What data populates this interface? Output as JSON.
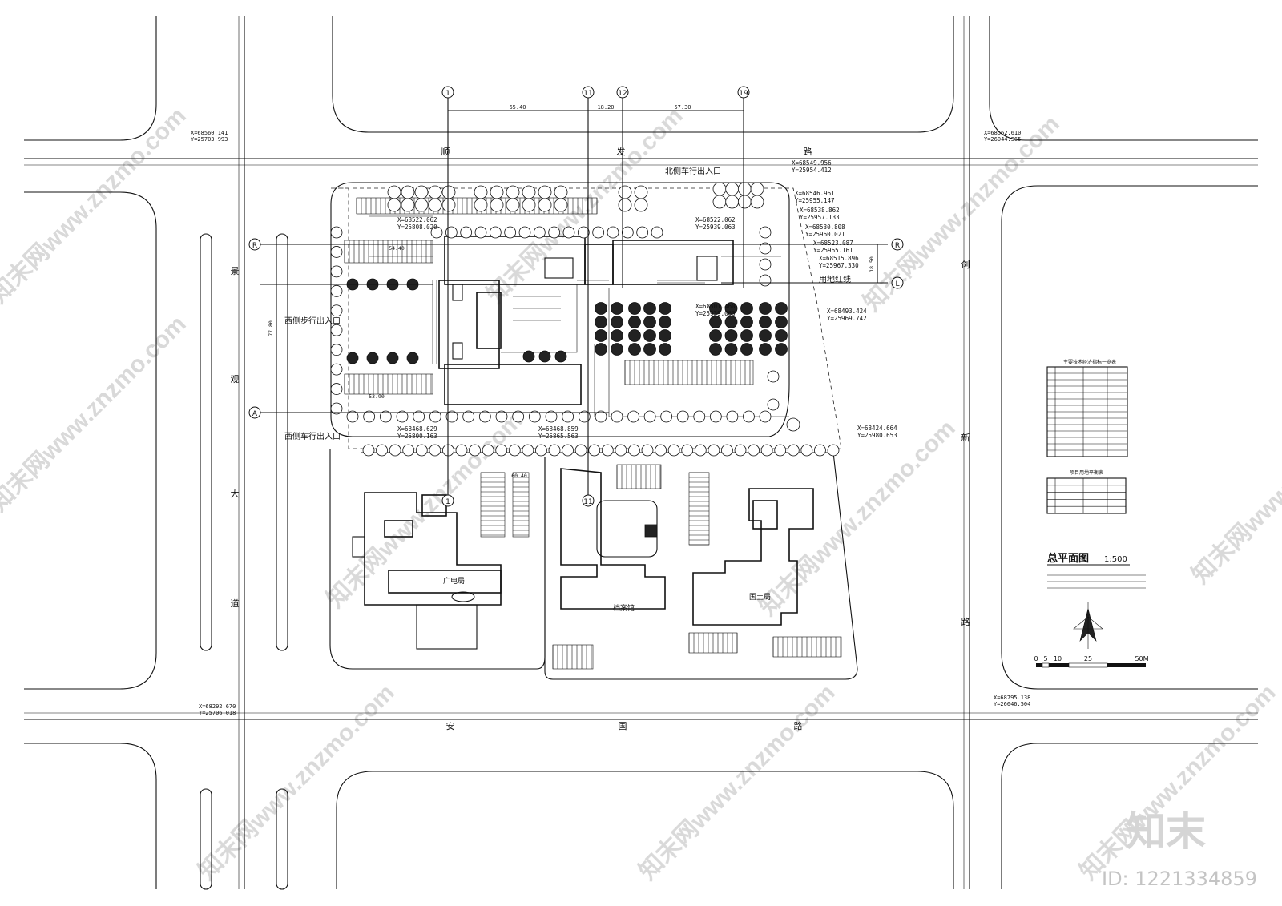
{
  "roads": {
    "north": [
      "顺",
      "发",
      "路"
    ],
    "south": [
      "安",
      "国",
      "路"
    ],
    "west": [
      "景",
      "观",
      "大",
      "道"
    ],
    "east": [
      "创",
      "新",
      "路"
    ]
  },
  "labels": {
    "north_entrance": "北侧车行出入口",
    "west_ped_entrance": "西侧步行出入口",
    "west_car_entrance": "西侧车行出入口",
    "redline": "用地红线",
    "guangdian": "广电局",
    "dangan": "档案馆",
    "guotu": "国土局"
  },
  "axes": {
    "top": [
      "1",
      "11",
      "12",
      "19"
    ],
    "left_R": "R",
    "left_A": "A",
    "right_R": "R",
    "right_L": "L",
    "south_1": "1",
    "south_11": "11"
  },
  "dimensions": {
    "d1": "65.40",
    "d2": "18.20",
    "d3": "57.30",
    "d4": "54.40",
    "d5": "53.90",
    "d6": "77.80",
    "d7": "18.50",
    "d8": "60.40"
  },
  "coords": {
    "nw_x": "X=68560.141",
    "nw_y": "Y=25703.993",
    "ne_x": "X=68562.610",
    "ne_y": "Y=26044.565",
    "sw_x": "X=68292.670",
    "sw_y": "Y=25706.018",
    "se_x": "X=68795.138",
    "se_y": "Y=26046.504",
    "c1_x": "X=68549.956",
    "c1_y": "Y=25954.412",
    "c2_x": "X=68546.961",
    "c2_y": "Y=25955.147",
    "c3_x": "X=68538.862",
    "c3_y": "Y=25957.133",
    "c4_x": "X=68530.808",
    "c4_y": "Y=25960.021",
    "c5_x": "X=68523.087",
    "c5_y": "Y=25965.161",
    "c6_x": "X=68515.896",
    "c6_y": "Y=25967.330",
    "c7_x": "X=68493.424",
    "c7_y": "Y=25969.742",
    "c8_x": "X=68424.664",
    "c8_y": "Y=25980.653",
    "c9_x": "X=68522.062",
    "c9_y": "Y=25939.063",
    "c10_x": "X=68501.460",
    "c10_y": "Y=25939.063",
    "c11_x": "X=68522.062",
    "c11_y": "Y=25808.020",
    "c12_x": "X=68468.629",
    "c12_y": "Y=25800.163",
    "c13_x": "X=68468.859",
    "c13_y": "Y=25865.563"
  },
  "title": {
    "name": "总平面图",
    "scale": "1:500"
  },
  "scalebar": [
    "0",
    "5",
    "10",
    "25",
    "50M"
  ],
  "tables": {
    "t1_title": "主要技术经济指标一览表",
    "t2_title": "项目用地平衡表"
  },
  "brand": {
    "logo": "知末",
    "id_text": "ID: 1221334859",
    "watermark": "知末网www.znzmo.com"
  }
}
